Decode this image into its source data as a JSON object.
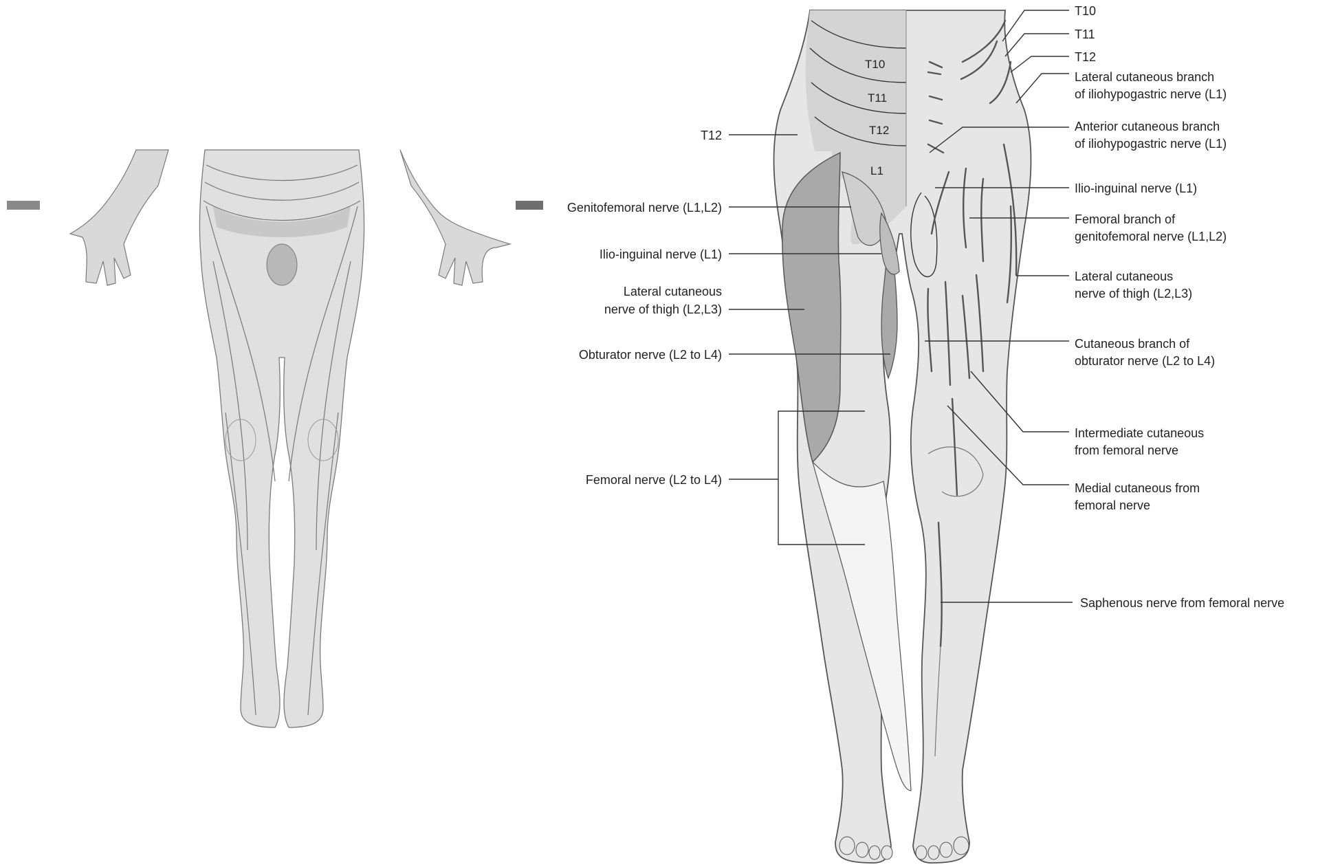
{
  "figure": {
    "segments": {
      "t10": "T10",
      "t11": "T11",
      "t12": "T12",
      "l1": "L1"
    },
    "left_labels": {
      "t12": "T12",
      "genitofemoral": "Genitofemoral nerve (L1,L2)",
      "ilioinguinal": "Ilio-inguinal nerve (L1)",
      "lateral_cutaneous_l1": "Lateral cutaneous",
      "lateral_cutaneous_l2": "nerve of thigh (L2,L3)",
      "obturator": "Obturator nerve (L2 to L4)",
      "femoral": "Femoral nerve (L2 to L4)"
    },
    "right_labels": {
      "t10": "T10",
      "t11": "T11",
      "t12": "T12",
      "lat_iliohypo_l1": "Lateral cutaneous branch",
      "lat_iliohypo_l2": "of iliohypogastric nerve (L1)",
      "ant_iliohypo_l1": "Anterior cutaneous branch",
      "ant_iliohypo_l2": "of iliohypogastric nerve (L1)",
      "ilioinguinal": "Ilio-inguinal nerve (L1)",
      "femoral_branch_l1": "Femoral branch of",
      "femoral_branch_l2": "genitofemoral nerve (L1,L2)",
      "lat_cut_thigh_l1": "Lateral cutaneous",
      "lat_cut_thigh_l2": "nerve of thigh (L2,L3)",
      "cut_obturator_l1": "Cutaneous branch of",
      "cut_obturator_l2": "obturator nerve (L2 to L4)",
      "intermediate_l1": "Intermediate cutaneous",
      "intermediate_l2": "from femoral nerve",
      "medial_l1": "Medial cutaneous from",
      "medial_l2": "femoral nerve",
      "saphenous": "Saphenous nerve from femoral nerve"
    }
  },
  "colors": {
    "skin_light": "#e6e6e6",
    "skin_mid": "#d4d4d4",
    "region_dark": "#a9a9a9",
    "region_lighter": "#f4f4f4",
    "outline": "#555555"
  }
}
